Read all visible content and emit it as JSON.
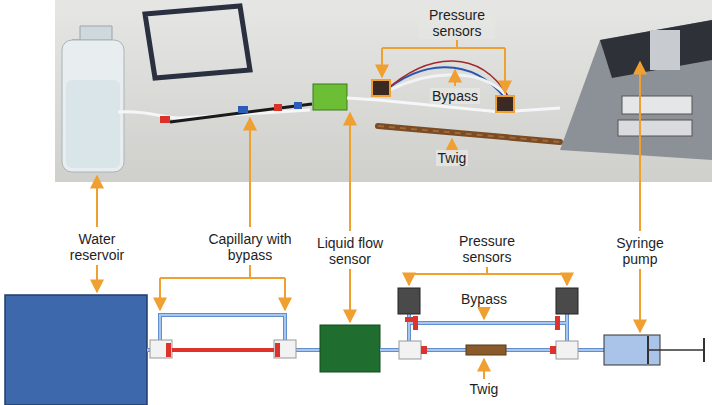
{
  "diagram": {
    "labels": [
      "Pressure sensors",
      "Bypass",
      "Twig",
      "Water reservoir",
      "Capillary with bypass",
      "Liquid flow sensor",
      "Pressure sensors",
      "Bypass",
      "Twig",
      "Syringe pump"
    ]
  }
}
